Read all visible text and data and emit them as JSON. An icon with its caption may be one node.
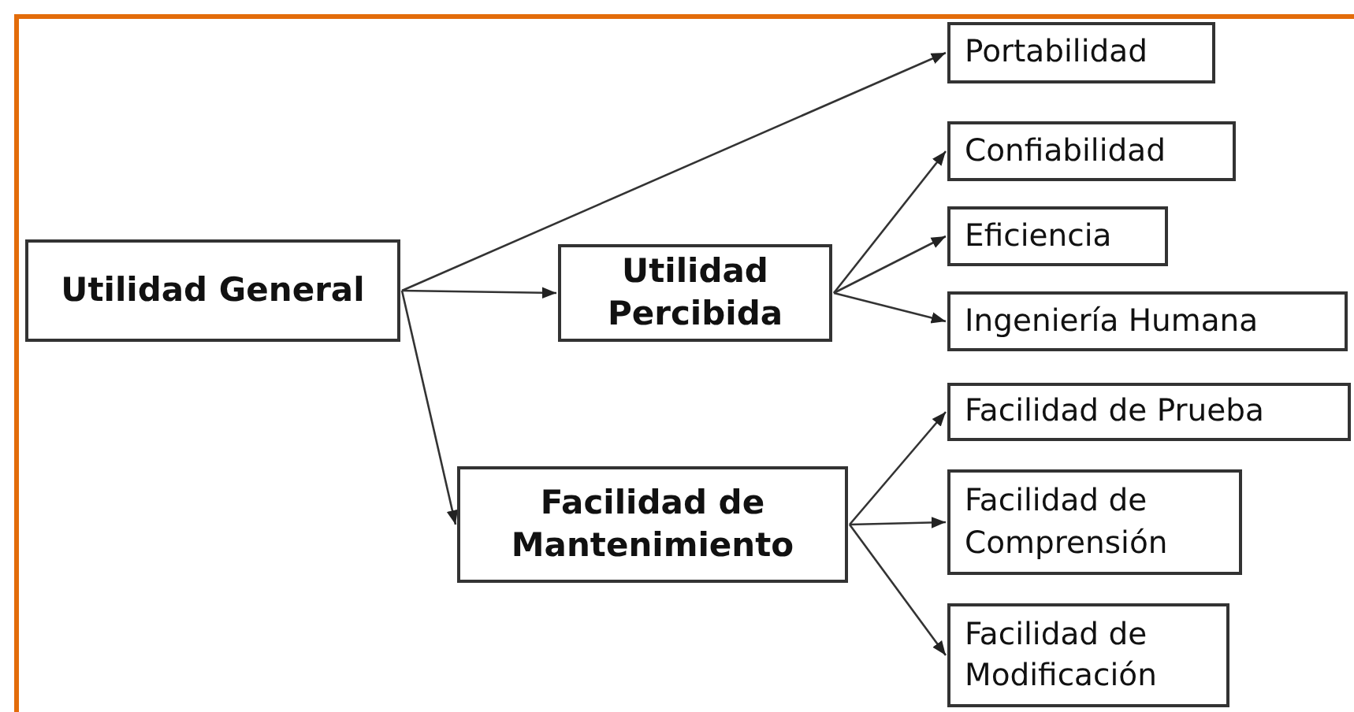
{
  "diagram": {
    "nodes": [
      {
        "text": [
          "Utilidad General"
        ]
      },
      {
        "text": [
          "Utilidad Percibida"
        ]
      },
      {
        "text": [
          "Facilidad de Mantenimiento"
        ]
      },
      {
        "text": [
          "Portabilidad"
        ]
      },
      {
        "text": [
          "Confiabilidad"
        ]
      },
      {
        "text": [
          "Eficiencia"
        ]
      },
      {
        "text": [
          "Ingeniería Humana"
        ]
      },
      {
        "text": [
          "Facilidad de Prueba"
        ]
      },
      {
        "text": [
          "Facilidad de Comprensión"
        ]
      },
      {
        "text": [
          "Facilidad de Modificación"
        ]
      }
    ],
    "edges": [
      {
        "from": 0,
        "to": 3,
        "arrow": "to"
      },
      {
        "from": 0,
        "to": 1,
        "arrow": "to"
      },
      {
        "from": 0,
        "to": 2,
        "arrow": "to"
      },
      {
        "from": 1,
        "to": 4,
        "arrow": "to"
      },
      {
        "from": 1,
        "to": 5,
        "arrow": "to"
      },
      {
        "from": 1,
        "to": 6,
        "arrow": "to"
      },
      {
        "from": 2,
        "to": 7,
        "arrow": "to"
      },
      {
        "from": 2,
        "to": 8,
        "arrow": "to"
      },
      {
        "from": 2,
        "to": 9,
        "arrow": "to"
      }
    ]
  }
}
